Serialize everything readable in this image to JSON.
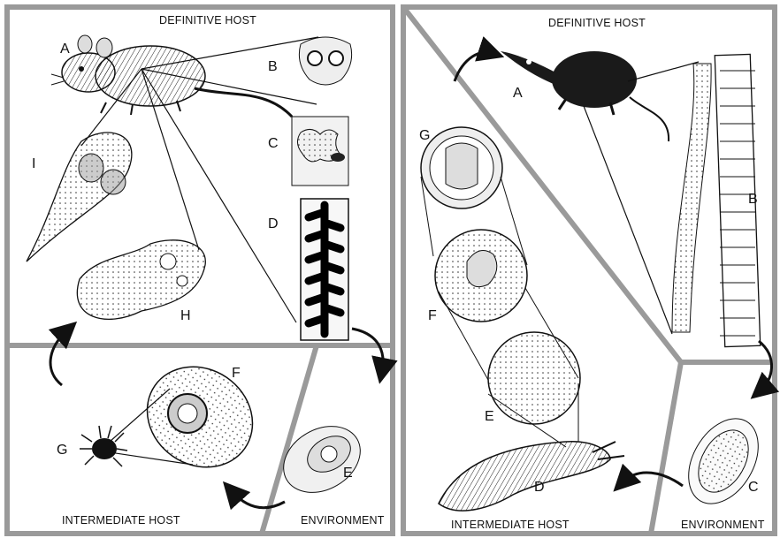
{
  "left_panel": {
    "regions": {
      "definitive_host": "DEFINITIVE HOST",
      "intermediate_host": "INTERMEDIATE HOST",
      "environment": "ENVIRONMENT"
    },
    "labels": {
      "a": "A",
      "b": "B",
      "c": "C",
      "d": "D",
      "e": "E",
      "f": "F",
      "g": "G",
      "h": "H",
      "i": "I"
    }
  },
  "right_panel": {
    "regions": {
      "definitive_host": "DEFINITIVE HOST",
      "intermediate_host": "INTERMEDIATE HOST",
      "environment": "ENVIRONMENT"
    },
    "labels": {
      "a": "A",
      "b": "B",
      "c": "C",
      "d": "D",
      "e": "E",
      "f": "F",
      "g": "G"
    }
  },
  "colors": {
    "panel_border": "#9a9a9a",
    "ink": "#111111",
    "stipple_fill": "#e6e6e6",
    "background": "#ffffff"
  }
}
